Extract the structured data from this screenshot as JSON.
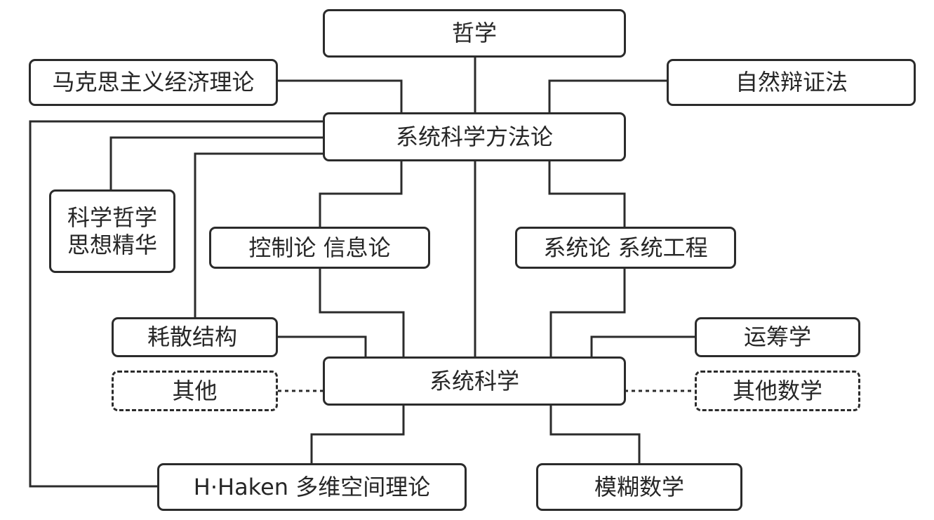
{
  "colors": {
    "line": "#2b2b2b",
    "text": "#262626",
    "box_fill": "#ffffff"
  },
  "nodes": {
    "philosophy": "哲学",
    "marxist_economics": "马克思主义经济理论",
    "dialectics_of_nature": "自然辩证法",
    "systems_methodology": "系统科学方法论",
    "philosophy_of_science": "科学哲学\n思想精华",
    "cybernetics_information": "控制论  信息论",
    "systems_theory_engineering": "系统论  系统工程",
    "dissipative_structure": "耗散结构",
    "operations_research": "运筹学",
    "others": "其他",
    "systems_science": "系统科学",
    "other_mathematics": "其他数学",
    "haken_theory": "H·Haken 多维空间理论",
    "fuzzy_mathematics": "模糊数学"
  }
}
